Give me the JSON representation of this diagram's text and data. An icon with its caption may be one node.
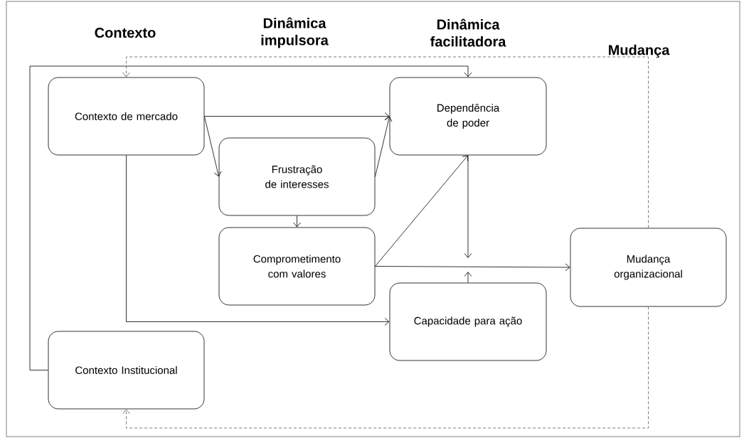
{
  "diagram": {
    "nodes": [
      {
        "text": [
          "Contexto de mercado"
        ]
      },
      {
        "text": [
          "Frustração de interesses"
        ]
      },
      {
        "text": [
          "Comprometimento com valores"
        ]
      },
      {
        "text": [
          "Dependência de poder"
        ]
      },
      {
        "text": [
          "Capacidade para ação"
        ]
      },
      {
        "text": [
          "Mudança organizacional"
        ]
      },
      {
        "text": [
          "Contexto Institucional"
        ]
      }
    ],
    "edges": [
      {
        "from": 0,
        "to": 3,
        "arrow": "to"
      },
      {
        "from": 0,
        "to": 1,
        "arrow": "to"
      },
      {
        "from": 1,
        "to": 3,
        "arrow": "to"
      },
      {
        "from": 1,
        "to": 2,
        "arrow": "to"
      },
      {
        "from": 2,
        "to": 3,
        "arrow": "to"
      },
      {
        "from": 2,
        "to": 5,
        "arrow": "to"
      },
      {
        "from": 3,
        "to": null,
        "arrow": "to"
      },
      {
        "from": 4,
        "to": null,
        "arrow": "to"
      },
      {
        "from": 0,
        "to": 4,
        "arrow": "to"
      },
      {
        "from": 6,
        "to": 3,
        "arrow": "to"
      },
      {
        "from": 5,
        "to": 0,
        "arrow": "to",
        "style": "dashed"
      },
      {
        "from": 5,
        "to": 6,
        "arrow": "to",
        "style": "dashed"
      }
    ],
    "labels": [
      "Contexto",
      "Dinâmica impulsora",
      "Dinâmica facilitadora",
      "Mudança"
    ]
  }
}
